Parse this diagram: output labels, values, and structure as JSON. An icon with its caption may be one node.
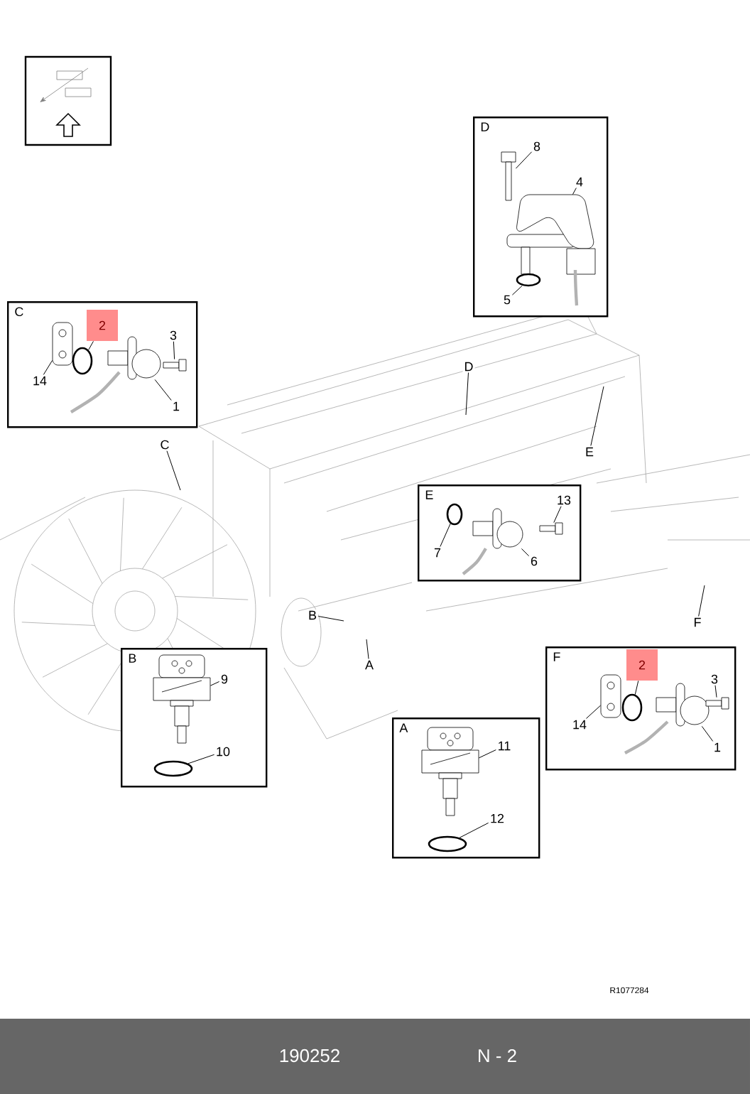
{
  "diagram": {
    "nodes": [
      {
        "text": [
          "D"
        ]
      },
      {
        "text": [
          "8"
        ],
        "in": 0
      },
      {
        "text": [
          "4"
        ],
        "in": 0
      },
      {
        "text": [
          "5"
        ],
        "in": 0
      },
      {
        "text": [],
        "shape": "picture",
        "in": 0
      },
      {
        "text": [],
        "shape": "picture",
        "in": 0
      },
      {
        "text": [],
        "shape": "circle",
        "in": 0
      },
      {
        "text": [
          "C"
        ]
      },
      {
        "text": [
          "2"
        ],
        "in": 7
      },
      {
        "text": [
          "3"
        ],
        "in": 7
      },
      {
        "text": [
          "14"
        ],
        "in": 7
      },
      {
        "text": [
          "1"
        ],
        "in": 7
      },
      {
        "text": [],
        "shape": "picture",
        "in": 7
      },
      {
        "text": [],
        "shape": "circle",
        "in": 7
      },
      {
        "text": [],
        "shape": "picture",
        "in": 7
      },
      {
        "text": [],
        "shape": "picture",
        "in": 7
      },
      {
        "text": [
          "D"
        ]
      },
      {
        "text": [
          "C"
        ]
      },
      {
        "text": [
          "E"
        ]
      },
      {
        "text": [
          "E"
        ]
      },
      {
        "text": [
          "13"
        ],
        "in": 19
      },
      {
        "text": [
          "7"
        ],
        "in": 19
      },
      {
        "text": [
          "6"
        ],
        "in": 19
      },
      {
        "text": [],
        "shape": "circle",
        "in": 19
      },
      {
        "text": [],
        "shape": "picture",
        "in": 19
      },
      {
        "text": [],
        "shape": "picture",
        "in": 19
      },
      {
        "text": [
          "B"
        ]
      },
      {
        "text": [
          "F"
        ]
      },
      {
        "text": [
          "B"
        ]
      },
      {
        "text": [
          "9"
        ],
        "in": 28
      },
      {
        "text": [
          "10"
        ],
        "in": 28
      },
      {
        "text": [],
        "shape": "picture",
        "in": 28
      },
      {
        "text": [],
        "shape": "circle",
        "in": 28
      },
      {
        "text": [
          "F"
        ]
      },
      {
        "text": [
          "2"
        ],
        "in": 33
      },
      {
        "text": [
          "3"
        ],
        "in": 33
      },
      {
        "text": [
          "14"
        ],
        "in": 33
      },
      {
        "text": [
          "1"
        ],
        "in": 33
      },
      {
        "text": [],
        "shape": "picture",
        "in": 33
      },
      {
        "text": [],
        "shape": "circle",
        "in": 33
      },
      {
        "text": [],
        "shape": "picture",
        "in": 33
      },
      {
        "text": [],
        "shape": "picture",
        "in": 33
      },
      {
        "text": [
          "A"
        ]
      },
      {
        "text": [
          "A"
        ]
      },
      {
        "text": [
          "11"
        ],
        "in": 43
      },
      {
        "text": [
          "12"
        ],
        "in": 43
      },
      {
        "text": [],
        "shape": "picture",
        "in": 43
      },
      {
        "text": [],
        "shape": "circle",
        "in": 43
      }
    ],
    "edges": [
      {
        "from": 1,
        "to": 4,
        "arrow": "none"
      },
      {
        "from": 2,
        "to": 5,
        "arrow": "none"
      },
      {
        "from": 3,
        "to": 6,
        "arrow": "none"
      },
      {
        "from": 8,
        "to": 13,
        "arrow": "none"
      },
      {
        "from": 9,
        "to": 15,
        "arrow": "none"
      },
      {
        "from": 10,
        "to": 12,
        "arrow": "none"
      },
      {
        "from": 11,
        "to": 14,
        "arrow": "none"
      },
      {
        "from": 16,
        "to": null,
        "arrow": "none"
      },
      {
        "from": 17,
        "to": null,
        "arrow": "none"
      },
      {
        "from": 18,
        "to": null,
        "arrow": "none"
      },
      {
        "from": 20,
        "to": 25,
        "arrow": "none"
      },
      {
        "from": 21,
        "to": 23,
        "arrow": "none"
      },
      {
        "from": 22,
        "to": 24,
        "arrow": "none"
      },
      {
        "from": 26,
        "to": null,
        "arrow": "none"
      },
      {
        "from": 27,
        "to": null,
        "arrow": "none"
      },
      {
        "from": 29,
        "to": 31,
        "arrow": "none"
      },
      {
        "from": 30,
        "to": 32,
        "arrow": "none"
      },
      {
        "from": 34,
        "to": 39,
        "arrow": "none"
      },
      {
        "from": 35,
        "to": 41,
        "arrow": "none"
      },
      {
        "from": 36,
        "to": 38,
        "arrow": "none"
      },
      {
        "from": 37,
        "to": 40,
        "arrow": "none"
      },
      {
        "from": 42,
        "to": null,
        "arrow": "none"
      },
      {
        "from": 44,
        "to": 46,
        "arrow": "none"
      },
      {
        "from": 45,
        "to": 47,
        "arrow": "none"
      }
    ],
    "labels": [
      "R1077284",
      "190252",
      "N - 2"
    ]
  }
}
